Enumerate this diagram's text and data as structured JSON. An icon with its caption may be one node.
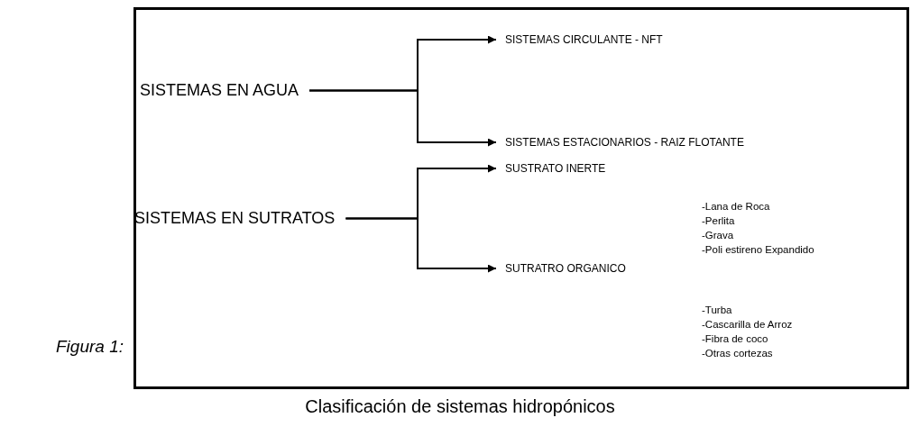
{
  "diagram": {
    "caption": "Clasificación de sistemas hidropónicos",
    "nodes": [
      {
        "text": [],
        "shape": "box"
      },
      {
        "text": [
          "SISTEMAS EN AGUA"
        ],
        "in": 0
      },
      {
        "text": [
          "SISTEMAS CIRCULANTE  - NFT"
        ],
        "in": 0
      },
      {
        "text": [
          "SISTEMAS ESTACIONARIOS  - RAIZ FLOTANTE"
        ],
        "in": 0
      },
      {
        "text": [
          "SISTEMAS EN SUTRATOS"
        ],
        "in": 0
      },
      {
        "text": [
          "SUSTRATO INERTE"
        ],
        "in": 0,
        "beside": [
          "-Lana de Roca",
          "-Perlita",
          "-Grava",
          "-Poli estireno Expandido"
        ]
      },
      {
        "text": [
          "SUTRATRO ORGANICO"
        ],
        "in": 0,
        "beside": [
          "-Turba",
          "-Cascarilla de Arroz",
          "-Fibra de coco",
          "-Otras cortezas"
        ]
      }
    ],
    "edges": [
      {
        "from": 1,
        "to": 2,
        "arrow": "to"
      },
      {
        "from": 1,
        "to": 3,
        "arrow": "to"
      },
      {
        "from": 4,
        "to": 5,
        "arrow": "to"
      },
      {
        "from": 4,
        "to": 6,
        "arrow": "to"
      }
    ],
    "labels": [
      "Figura 1:"
    ]
  }
}
